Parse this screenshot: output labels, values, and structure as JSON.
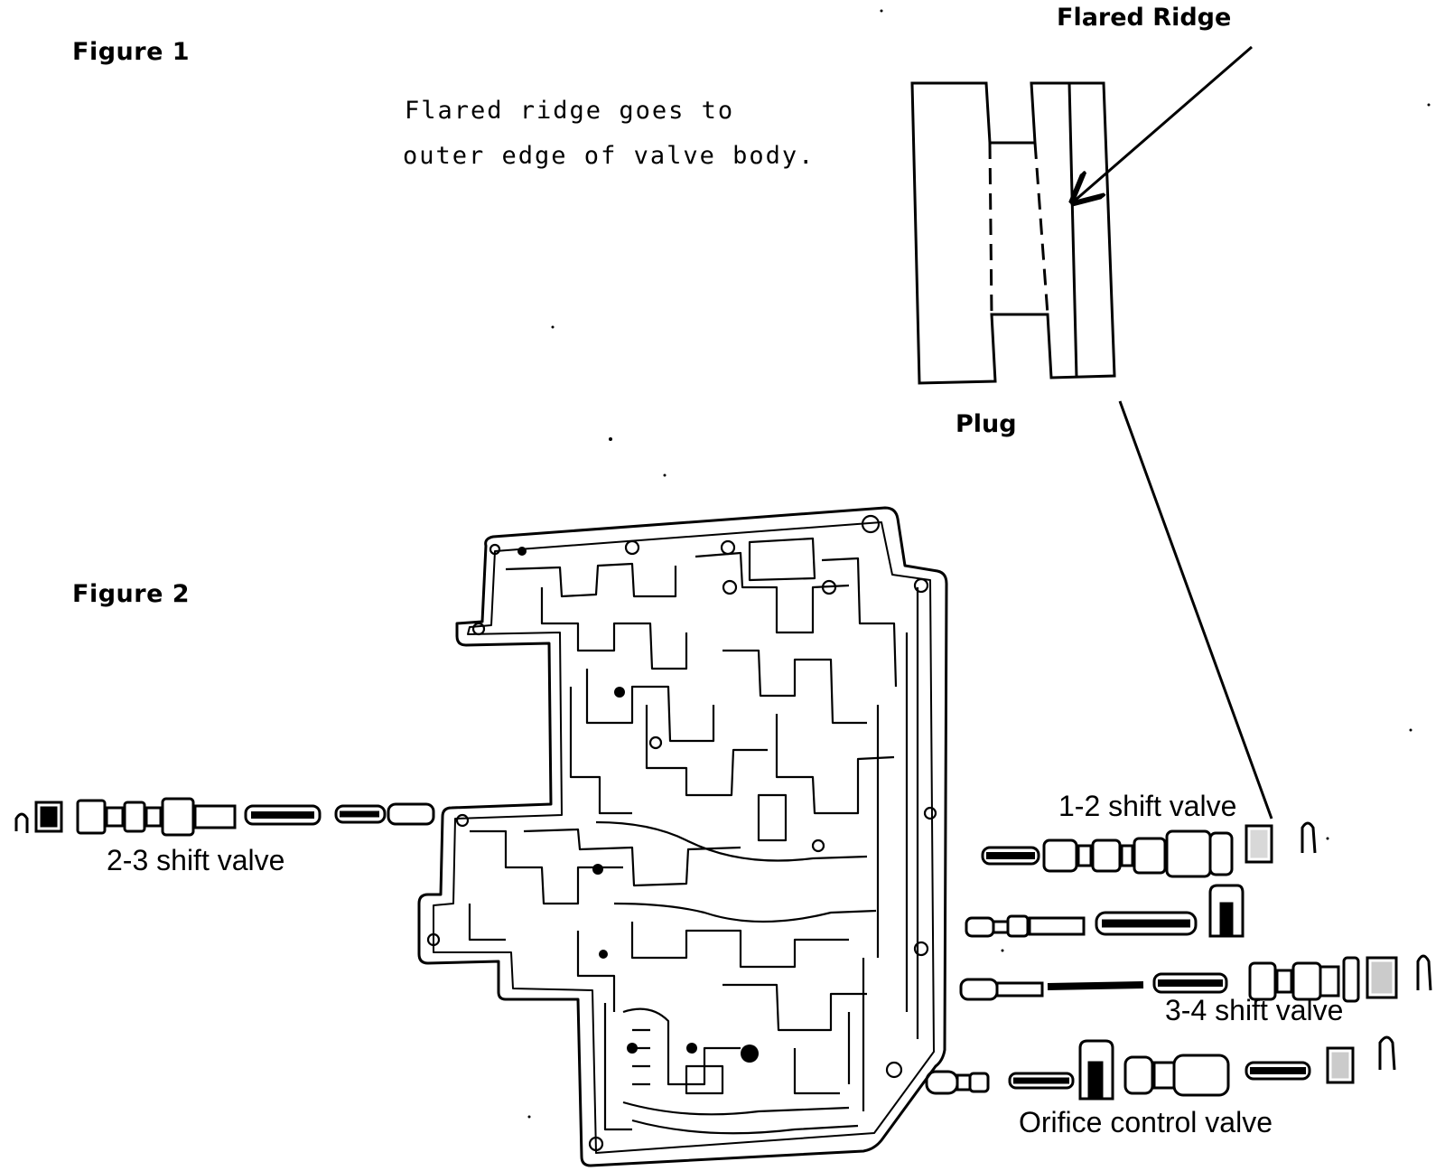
{
  "figure1": {
    "title": "Figure 1",
    "note_line1": "Flared ridge goes to",
    "note_line2": "outer edge of valve body.",
    "callout": "Flared Ridge",
    "part_label": "Plug"
  },
  "figure2": {
    "title": "Figure 2",
    "labels": {
      "shift_2_3": "2-3 shift valve",
      "shift_1_2": "1-2 shift valve",
      "shift_3_4": "3-4 shift valve",
      "orifice": "Orifice control valve"
    }
  },
  "colors": {
    "ink": "#000000",
    "paper": "#ffffff"
  }
}
